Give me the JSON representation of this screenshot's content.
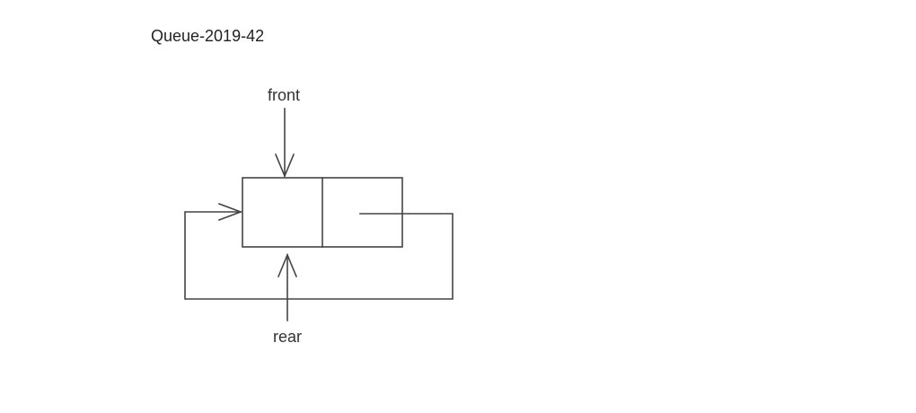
{
  "title": "Queue-2019-42",
  "labels": {
    "front": "front",
    "rear": "rear"
  },
  "colors": {
    "line": "#444444",
    "text": "#333333",
    "background": "#ffffff"
  }
}
